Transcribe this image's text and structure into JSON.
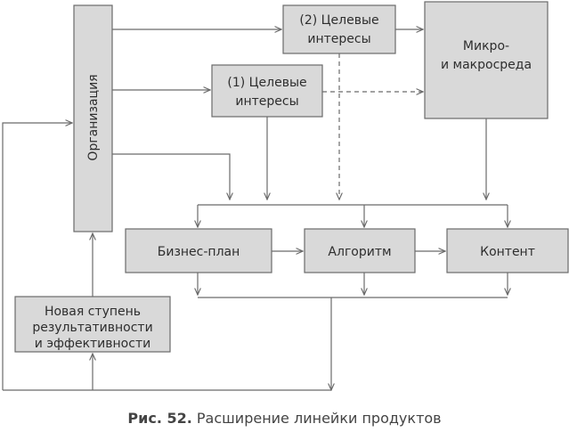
{
  "boxes": {
    "organization": "Организация",
    "target_interests_2": [
      "(2) Целевые",
      "интересы"
    ],
    "target_interests_1": [
      "(1) Целевые",
      "интересы"
    ],
    "micro_macro_env": [
      "Микро-",
      "и макросреда"
    ],
    "business_plan": "Бизнес-план",
    "algorithm": "Алгоритм",
    "content": "Контент",
    "new_level": [
      "Новая ступень",
      "результативности",
      "и эффективности"
    ]
  },
  "caption": {
    "number": "Рис. 52.",
    "text": "Расширение линейки продуктов"
  },
  "colors": {
    "box_fill": "#d9d9d9",
    "stroke": "#6b6b6b"
  }
}
